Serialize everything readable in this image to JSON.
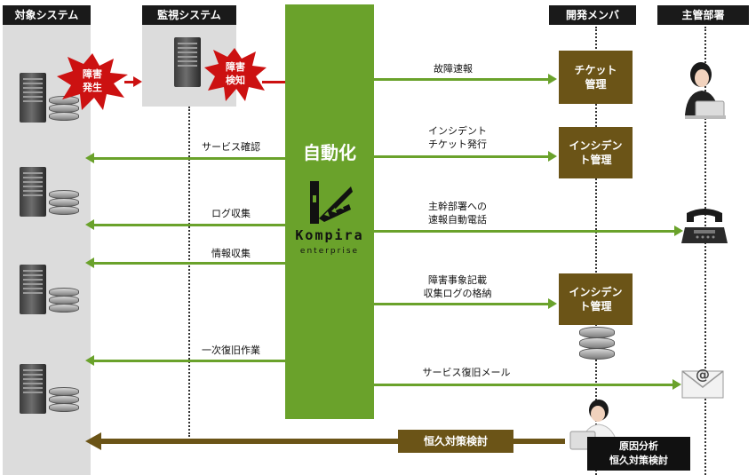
{
  "headers": {
    "target_system": "対象システム",
    "monitor_system": "監視システム",
    "dev_member": "開発メンバ",
    "dept": "主管部署"
  },
  "bursts": {
    "fault": "障害\n発生",
    "detect": "障害\n検知"
  },
  "center": {
    "title": "自動化",
    "brand": "Kompira",
    "brand_sub": "enterprise"
  },
  "left_flows": [
    {
      "label": "サービス確認"
    },
    {
      "label": "ログ収集"
    },
    {
      "label": "情報収集"
    },
    {
      "label": "一次復旧作業"
    }
  ],
  "right_flows": [
    {
      "label": "故障速報"
    },
    {
      "label": "インシデント\nチケット発行"
    },
    {
      "label": "主幹部署への\n速報自動電話"
    },
    {
      "label": "障害事象記載\n収集ログの格納"
    },
    {
      "label": "サービス復旧メール"
    }
  ],
  "dev_boxes": [
    {
      "label": "チケット\n管理"
    },
    {
      "label": "インシデン\nト管理"
    },
    {
      "label": "インシデン\nト管理"
    }
  ],
  "bottom": {
    "arrow_label": "恒久対策検討",
    "note": "原因分析\n恒久対策検討"
  },
  "icons": {
    "mail": "@"
  },
  "colors": {
    "green": "#6aa22b",
    "brown": "#6b5417",
    "red": "#cc1111"
  }
}
